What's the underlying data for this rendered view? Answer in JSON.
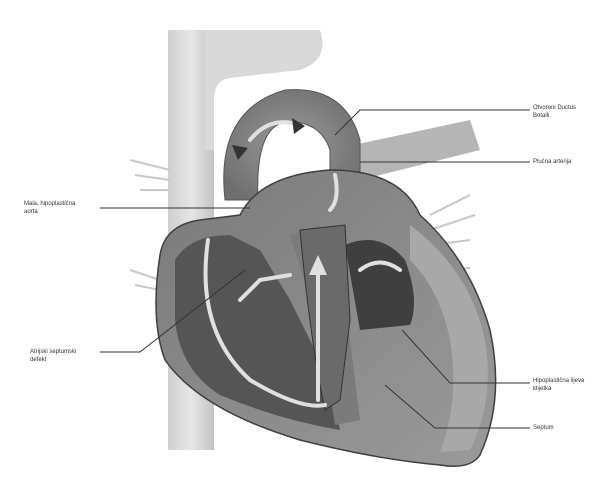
{
  "labels": {
    "ductus": {
      "line1": "Otvoreni Ductus",
      "line2": "Botalli"
    },
    "pulmonary": {
      "line1": "Plućna arterija"
    },
    "aorta": {
      "line1": "Mala, hipoplastična",
      "line2": "aorta"
    },
    "vsd": {
      "line1": "Atrijski septumski",
      "line2": "defekt"
    },
    "ventricle": {
      "line1": "Hipoplastična lijeva",
      "line2": "klijetka"
    },
    "septum": {
      "line1": "Septum"
    }
  },
  "colors": {
    "outline": "#4a4a4a",
    "heart_outer": "#8c8c8c",
    "heart_dark": "#5a5a5a",
    "heart_light": "#bdbdbd",
    "vessel": "#d6d6d6",
    "arrow": "#dcdcdc"
  }
}
